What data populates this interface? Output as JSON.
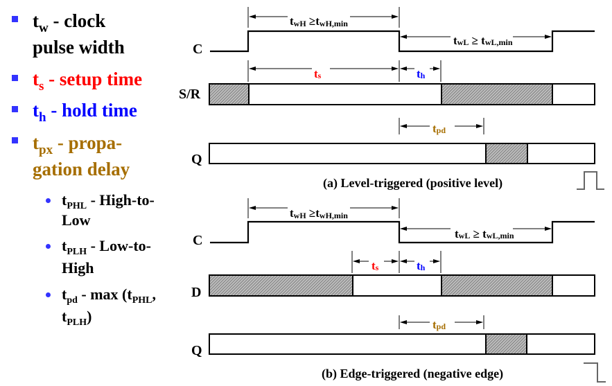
{
  "colors": {
    "bullet": "#3333ff",
    "text": "#000000",
    "setup": "#ff0000",
    "hold": "#0000ff",
    "propagation": "#a66e00",
    "icon": "#666666"
  },
  "definitions": [
    {
      "sym": "t",
      "sub": "w",
      "rest": " - clock",
      "line2": "pulse width",
      "color": "black"
    },
    {
      "sym": "t",
      "sub": "s",
      "rest": " - setup time",
      "color": "red"
    },
    {
      "sym": "t",
      "sub": "h",
      "rest": " - hold time",
      "color": "blue"
    },
    {
      "sym": "t",
      "sub": "px",
      "rest": " - propa-",
      "line2": "gation delay",
      "color": "brown"
    }
  ],
  "subdefinitions": [
    {
      "sym": "t",
      "sub": "PHL",
      "rest": " - High-to-",
      "line2": "Low"
    },
    {
      "sym": "t",
      "sub": "PLH",
      "rest": " - Low-to-",
      "line2": "High"
    },
    {
      "sym": "t",
      "sub": "pd",
      "rest": " - max (t",
      "sub2": "PHL",
      "rest2": ",",
      "line2_sym": "t",
      "line2_sub": "PLH",
      "line2_rest": ")"
    }
  ],
  "diagram_a": {
    "caption": "(a) Level-triggered (positive level)",
    "signals": {
      "clock": "C",
      "input": "S/R",
      "output": "Q"
    },
    "twH": {
      "t": "t",
      "sub": "wH",
      "ge": " ≥t",
      "sub2": "wH,min"
    },
    "twL": {
      "t": "t",
      "sub": "wL",
      "ge": " ≥ t",
      "sub2": "wL,min"
    },
    "ts": {
      "t": "t",
      "sub": "s"
    },
    "th": {
      "t": "t",
      "sub": "h"
    },
    "tpd": {
      "t": "t",
      "sub": "pd"
    },
    "trigger_icon": "positive-pulse-icon"
  },
  "diagram_b": {
    "caption": "(b) Edge-triggered (negative edge)",
    "signals": {
      "clock": "C",
      "input": "D",
      "output": "Q"
    },
    "twH": {
      "t": "t",
      "sub": "wH",
      "ge": " ≥t",
      "sub2": "wH,min"
    },
    "twL": {
      "t": "t",
      "sub": "wL",
      "ge": " ≥ t",
      "sub2": "wL,min"
    },
    "ts": {
      "t": "t",
      "sub": "s"
    },
    "th": {
      "t": "t",
      "sub": "h"
    },
    "tpd": {
      "t": "t",
      "sub": "pd"
    },
    "trigger_icon": "negative-edge-icon"
  }
}
